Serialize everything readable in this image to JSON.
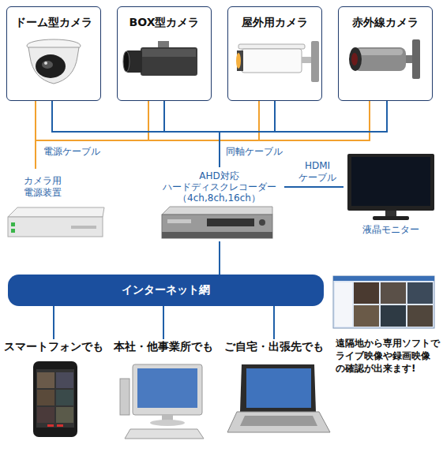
{
  "diagram": {
    "nodes": [
      {
        "text": [
          "ドーム型カメラ"
        ]
      },
      {
        "text": [
          "BOX型カメラ"
        ]
      },
      {
        "text": [
          "屋外用カメラ"
        ]
      },
      {
        "text": [
          "赤外線カメラ"
        ]
      },
      {
        "text": [
          "カメラ用 電源装置"
        ]
      },
      {
        "text": [
          "AHD対応 ハードディスクレコーダー （4ch,8ch,16ch）"
        ]
      },
      {
        "text": [
          "液晶モニター"
        ]
      },
      {
        "text": [
          "インターネット網"
        ]
      },
      {
        "text": [
          "スマートフォンでも"
        ]
      },
      {
        "text": [
          "本社・他事業所でも"
        ]
      },
      {
        "text": [
          "ご自宅・出張先でも"
        ]
      }
    ],
    "edges": [
      {
        "from": 0,
        "to": 4,
        "arrow": "none"
      },
      {
        "from": 1,
        "to": 4,
        "arrow": "none"
      },
      {
        "from": 2,
        "to": 4,
        "arrow": "none"
      },
      {
        "from": 3,
        "to": 4,
        "arrow": "none"
      },
      {
        "from": 0,
        "to": 5,
        "arrow": "none"
      },
      {
        "from": 1,
        "to": 5,
        "arrow": "none"
      },
      {
        "from": 2,
        "to": 5,
        "arrow": "none"
      },
      {
        "from": 3,
        "to": 5,
        "arrow": "none"
      },
      {
        "from": 5,
        "to": 6,
        "label": "HDMI ケーブル",
        "arrow": "none"
      },
      {
        "from": 5,
        "to": 7,
        "arrow": "none"
      },
      {
        "from": 7,
        "to": 8,
        "arrow": "none"
      },
      {
        "from": 7,
        "to": 9,
        "arrow": "none"
      },
      {
        "from": 7,
        "to": 10,
        "arrow": "none"
      }
    ],
    "labels": [
      "電源ケーブル",
      "同軸ケーブル",
      "遠隔地から専用ソフトで ライブ映像や録画映像 の確認が出来ます!"
    ]
  }
}
